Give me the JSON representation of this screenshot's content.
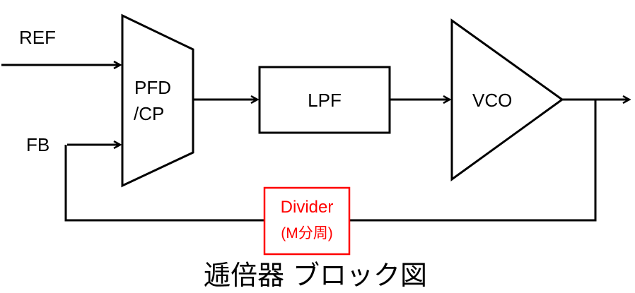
{
  "colors": {
    "line": "#000000",
    "divider": "#ff0000",
    "background": "#ffffff"
  },
  "inputs": {
    "ref": "REF",
    "fb": "FB"
  },
  "blocks": {
    "pfd_line1": "PFD",
    "pfd_line2": "/CP",
    "lpf": "LPF",
    "vco": "VCO",
    "divider_line1": "Divider",
    "divider_line2": "(M分周)"
  },
  "caption": "逓倍器 ブロック図"
}
